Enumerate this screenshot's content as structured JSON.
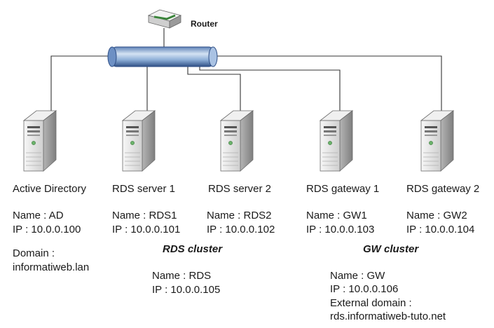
{
  "router": {
    "label": "Router"
  },
  "servers": [
    {
      "title": "Active Directory",
      "name": "Name : AD",
      "ip": "IP : 10.0.0.100"
    },
    {
      "title": "RDS server 1",
      "name": "Name : RDS1",
      "ip": "IP : 10.0.0.101"
    },
    {
      "title": "RDS server 2",
      "name": "Name : RDS2",
      "ip": "IP : 10.0.0.102"
    },
    {
      "title": "RDS gateway 1",
      "name": "Name : GW1",
      "ip": "IP : 10.0.0.103"
    },
    {
      "title": "RDS gateway 2",
      "name": "Name : GW2",
      "ip": "IP : 10.0.0.104"
    }
  ],
  "domain": {
    "label": "Domain :",
    "value": "informatiweb.lan"
  },
  "rds_cluster": {
    "title": "RDS cluster",
    "name": "Name : RDS",
    "ip": "IP : 10.0.0.105"
  },
  "gw_cluster": {
    "title": "GW cluster",
    "name": "Name : GW",
    "ip": "IP : 10.0.0.106",
    "external_label": "External domain :",
    "external_value": "rds.informatiweb-tuto.net"
  },
  "colors": {
    "bus_dark": "#2f4f86",
    "bus_mid": "#8fb0d8",
    "bus_light": "#d4e2f3",
    "server_body": "#e3e3e3",
    "server_shade": "#9c9c9c",
    "line": "#333333"
  }
}
